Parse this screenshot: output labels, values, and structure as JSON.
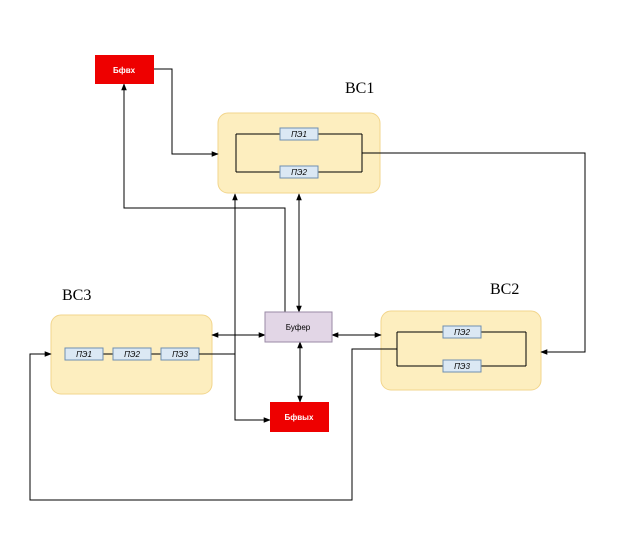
{
  "colors": {
    "system_fill": "#fdeebf",
    "system_stroke": "#f2d58c",
    "pe_fill": "#dbe8f4",
    "pe_stroke": "#6f8fb0",
    "io_fill": "#ee0000",
    "buffer_fill": "#e2d6e6",
    "buffer_stroke": "#9a8aa6",
    "line": "#000000"
  },
  "nodes": {
    "input": "Бфвх",
    "output": "Бфвых",
    "buffer": "Буфер"
  },
  "systems": {
    "bc1": {
      "title": "ВС1",
      "pe": [
        "ПЭ1",
        "ПЭ2"
      ]
    },
    "bc2": {
      "title": "ВС2",
      "pe": [
        "ПЭ2",
        "ПЭ3"
      ]
    },
    "bc3": {
      "title": "ВС3",
      "pe": [
        "ПЭ1",
        "ПЭ2",
        "ПЭ3"
      ]
    }
  }
}
